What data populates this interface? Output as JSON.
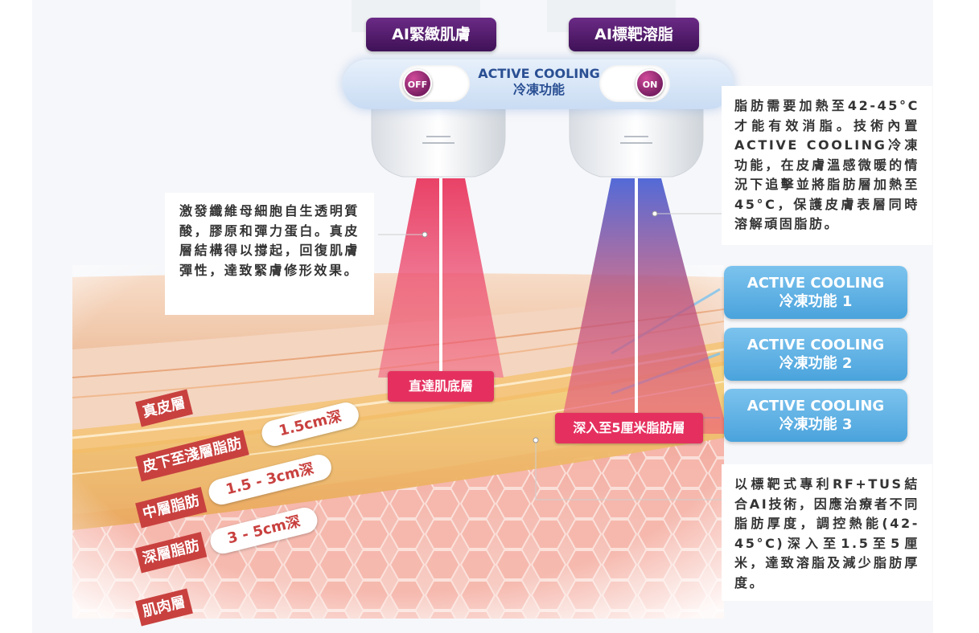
{
  "modes": {
    "left_label": "AI緊緻肌膚",
    "right_label": "AI標靶溶脂"
  },
  "cooling_bar": {
    "title": "ACTIVE COOLING",
    "subtitle": "冷凍功能",
    "left_state": "OFF",
    "right_state": "ON"
  },
  "left_description": "激發纖維母細胞自生透明質酸，膠原和彈力蛋白。真皮層結構得以撐起，回復肌膚彈性，達致緊膚修形效果。",
  "right_description_top": "脂肪需要加熱至42-45°C才能有效消脂。技術內置ACTIVE COOLING冷凍功能，在皮膚溫感微暖的情況下追擊並將脂肪層加熱至45°C，保護皮膚表層同時溶解頑固脂肪。",
  "right_description_bottom": "以標靶式專利RF+TUS結合AI技術，因應治療者不同脂肪厚度，調控熱能(42-45°C)深入至1.5至5厘米，達致溶脂及減少脂肪厚度。",
  "cooling_functions": [
    {
      "title": "ACTIVE COOLING",
      "subtitle": "冷凍功能 1"
    },
    {
      "title": "ACTIVE COOLING",
      "subtitle": "冷凍功能 2"
    },
    {
      "title": "ACTIVE COOLING",
      "subtitle": "冷凍功能 3"
    }
  ],
  "callouts": {
    "left": "直達肌底層",
    "right": "深入至5厘米脂肪層"
  },
  "layers": [
    {
      "name": "真皮層"
    },
    {
      "name": "皮下至淺層脂肪",
      "depth": "1.5cm深"
    },
    {
      "name": "中層脂肪",
      "depth": "1.5 - 3cm深"
    },
    {
      "name": "深層脂肪",
      "depth": "3 - 5cm深"
    },
    {
      "name": "肌肉層"
    }
  ],
  "colors": {
    "mode_purple": "#4a1a63",
    "callout_pink": "#e5305f",
    "layer_red": "#c8413f",
    "cooling_blue": "#4aa3dc"
  }
}
